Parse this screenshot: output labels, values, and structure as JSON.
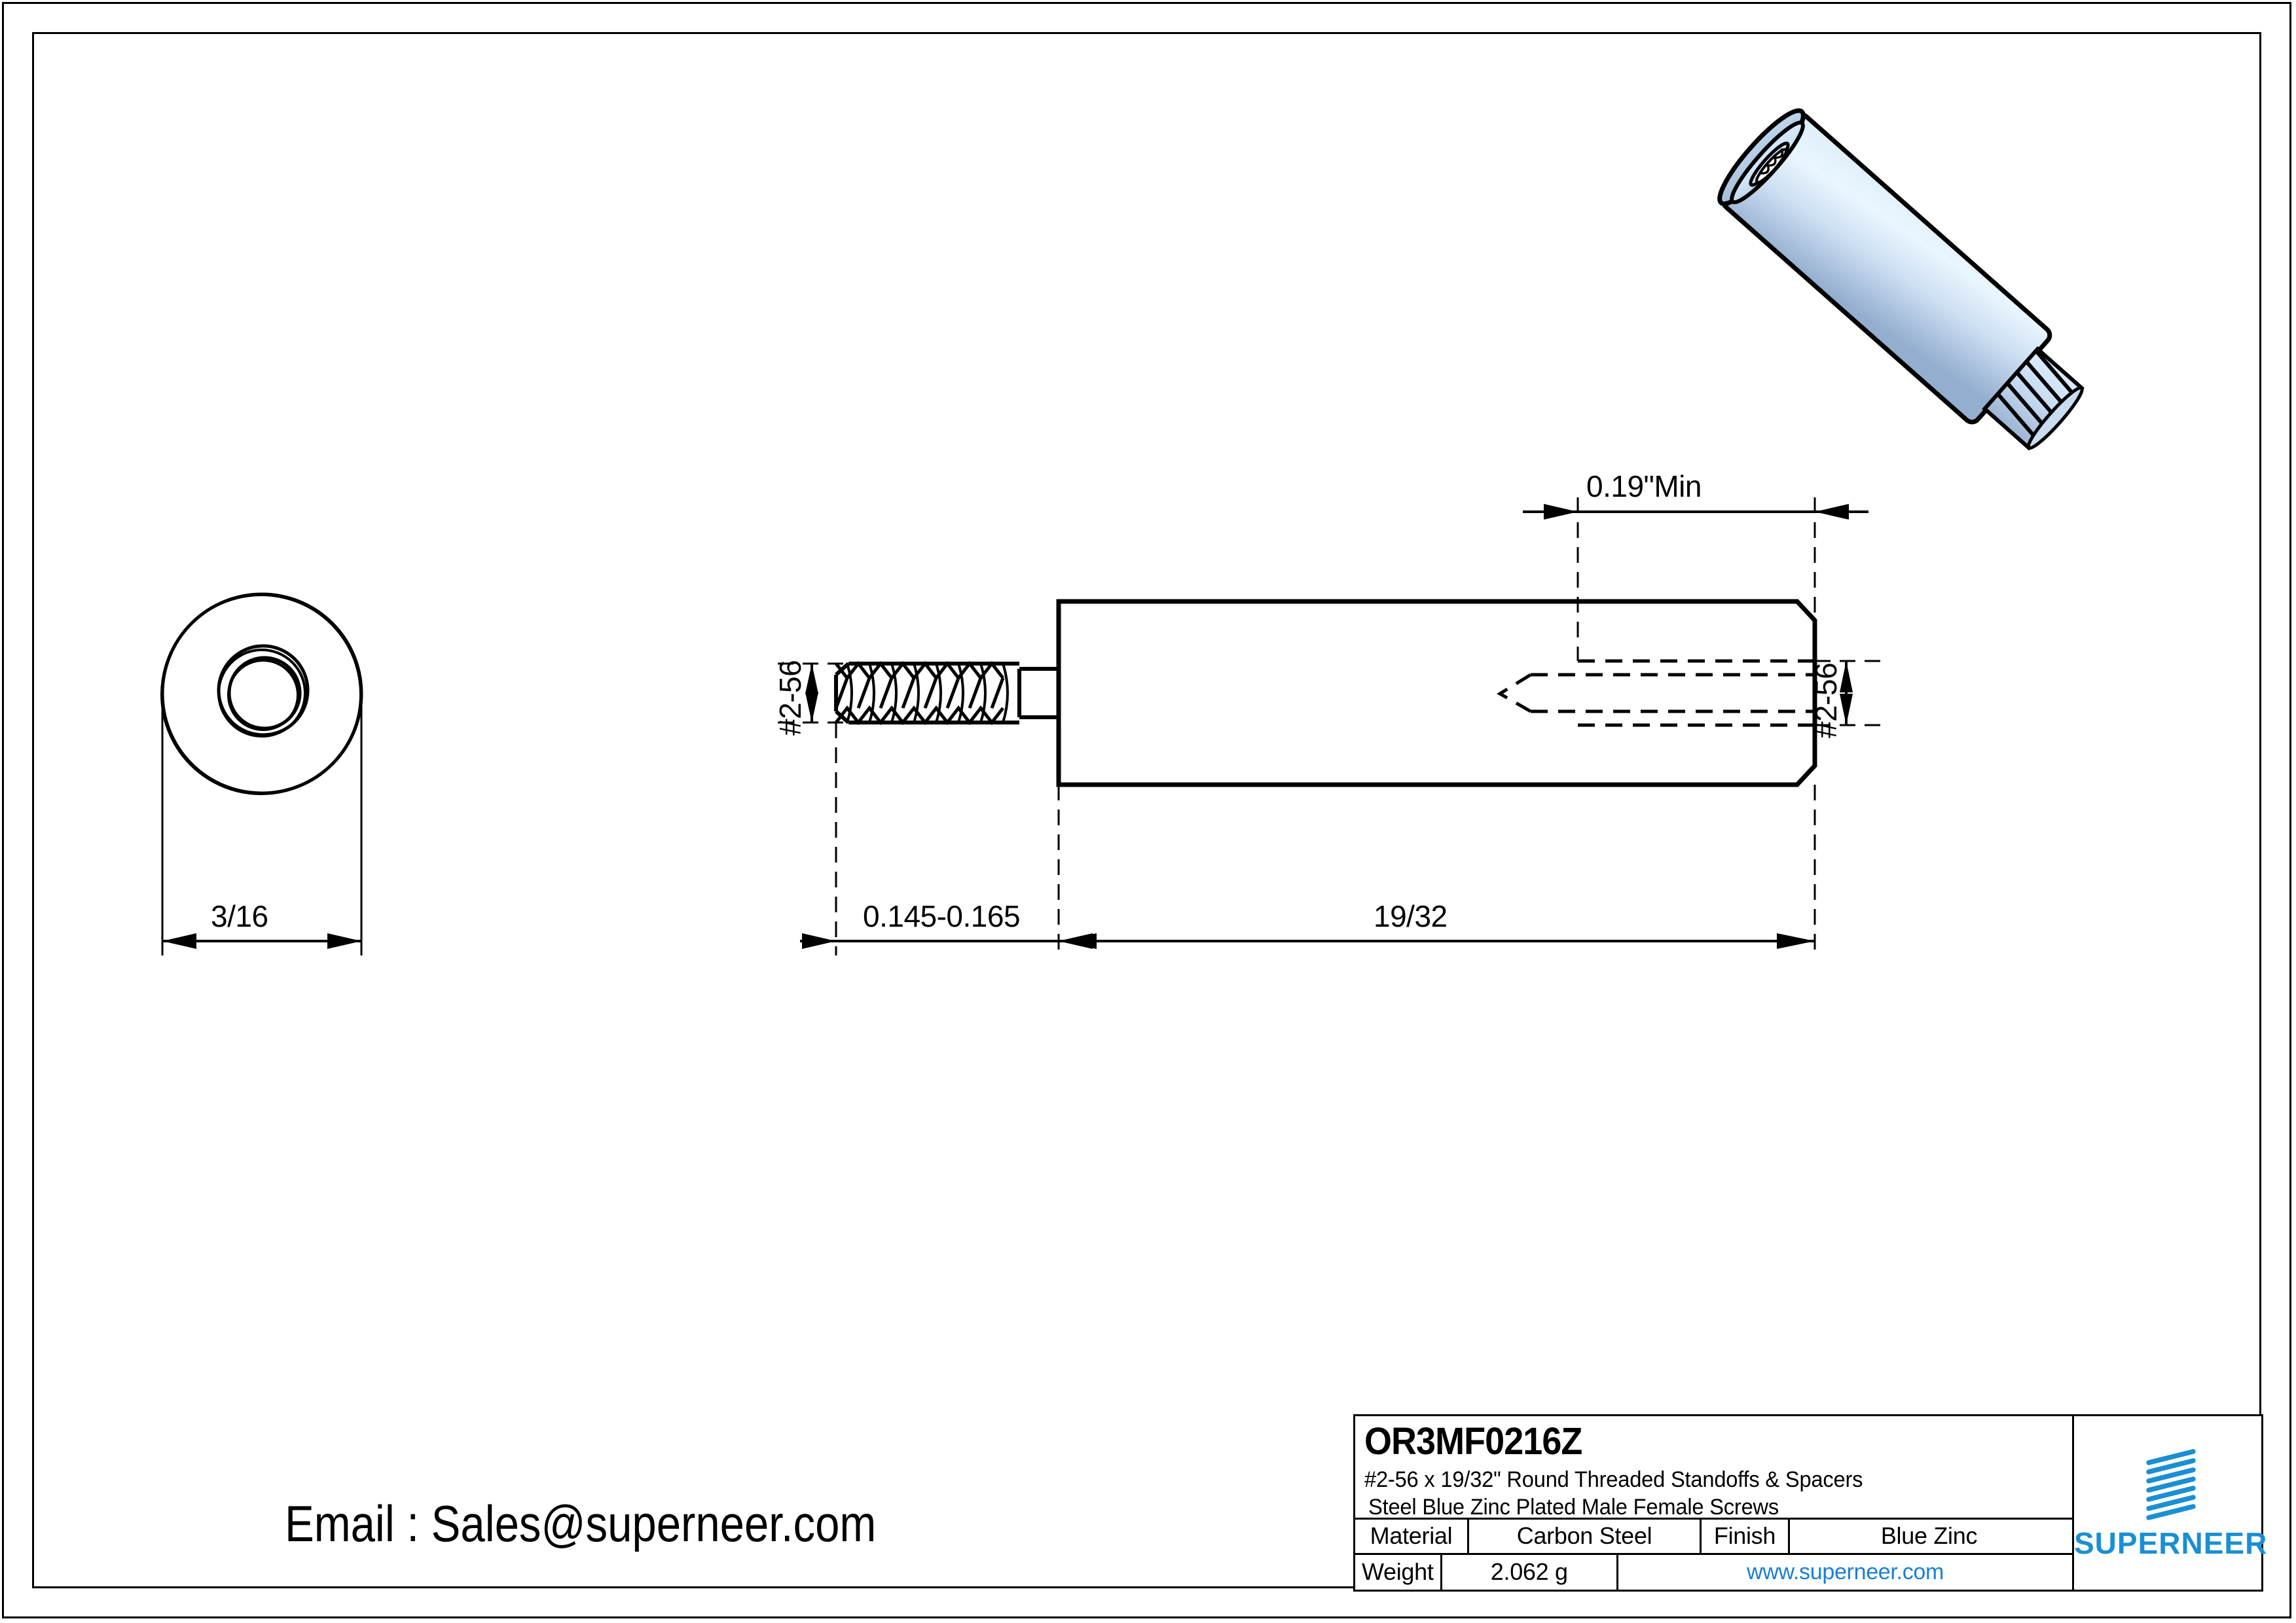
{
  "drawing": {
    "dimensions": {
      "end_view_diameter": "3/16",
      "thread_length": "0.145-0.165",
      "thread_spec_left": "#2-56",
      "thread_spec_right": "#2-56",
      "body_length": "19/32",
      "female_thread_depth": "0.19\"Min"
    }
  },
  "contact": {
    "email_line": "Email : Sales@superneer.com"
  },
  "title_block": {
    "part_number": "OR3MF0216Z",
    "description_line1": "#2-56 x 19/32\" Round Threaded Standoffs & Spacers",
    "description_line2": "Steel Blue Zinc Plated Male Female Screws",
    "material_label": "Material",
    "material_value": "Carbon Steel",
    "finish_label": "Finish",
    "finish_value": "Blue Zinc",
    "weight_label": "Weight",
    "weight_value": "2.062 g",
    "website": "www.superneer.com",
    "logo_text": "SUPERNEER"
  },
  "colors": {
    "brand_blue": "#1a8fd4",
    "link_blue": "#1a7fd4",
    "part_light": "#e8f4fd",
    "part_mid": "#c2d9f0",
    "part_dark": "#9fb6d4",
    "line": "#000000"
  }
}
